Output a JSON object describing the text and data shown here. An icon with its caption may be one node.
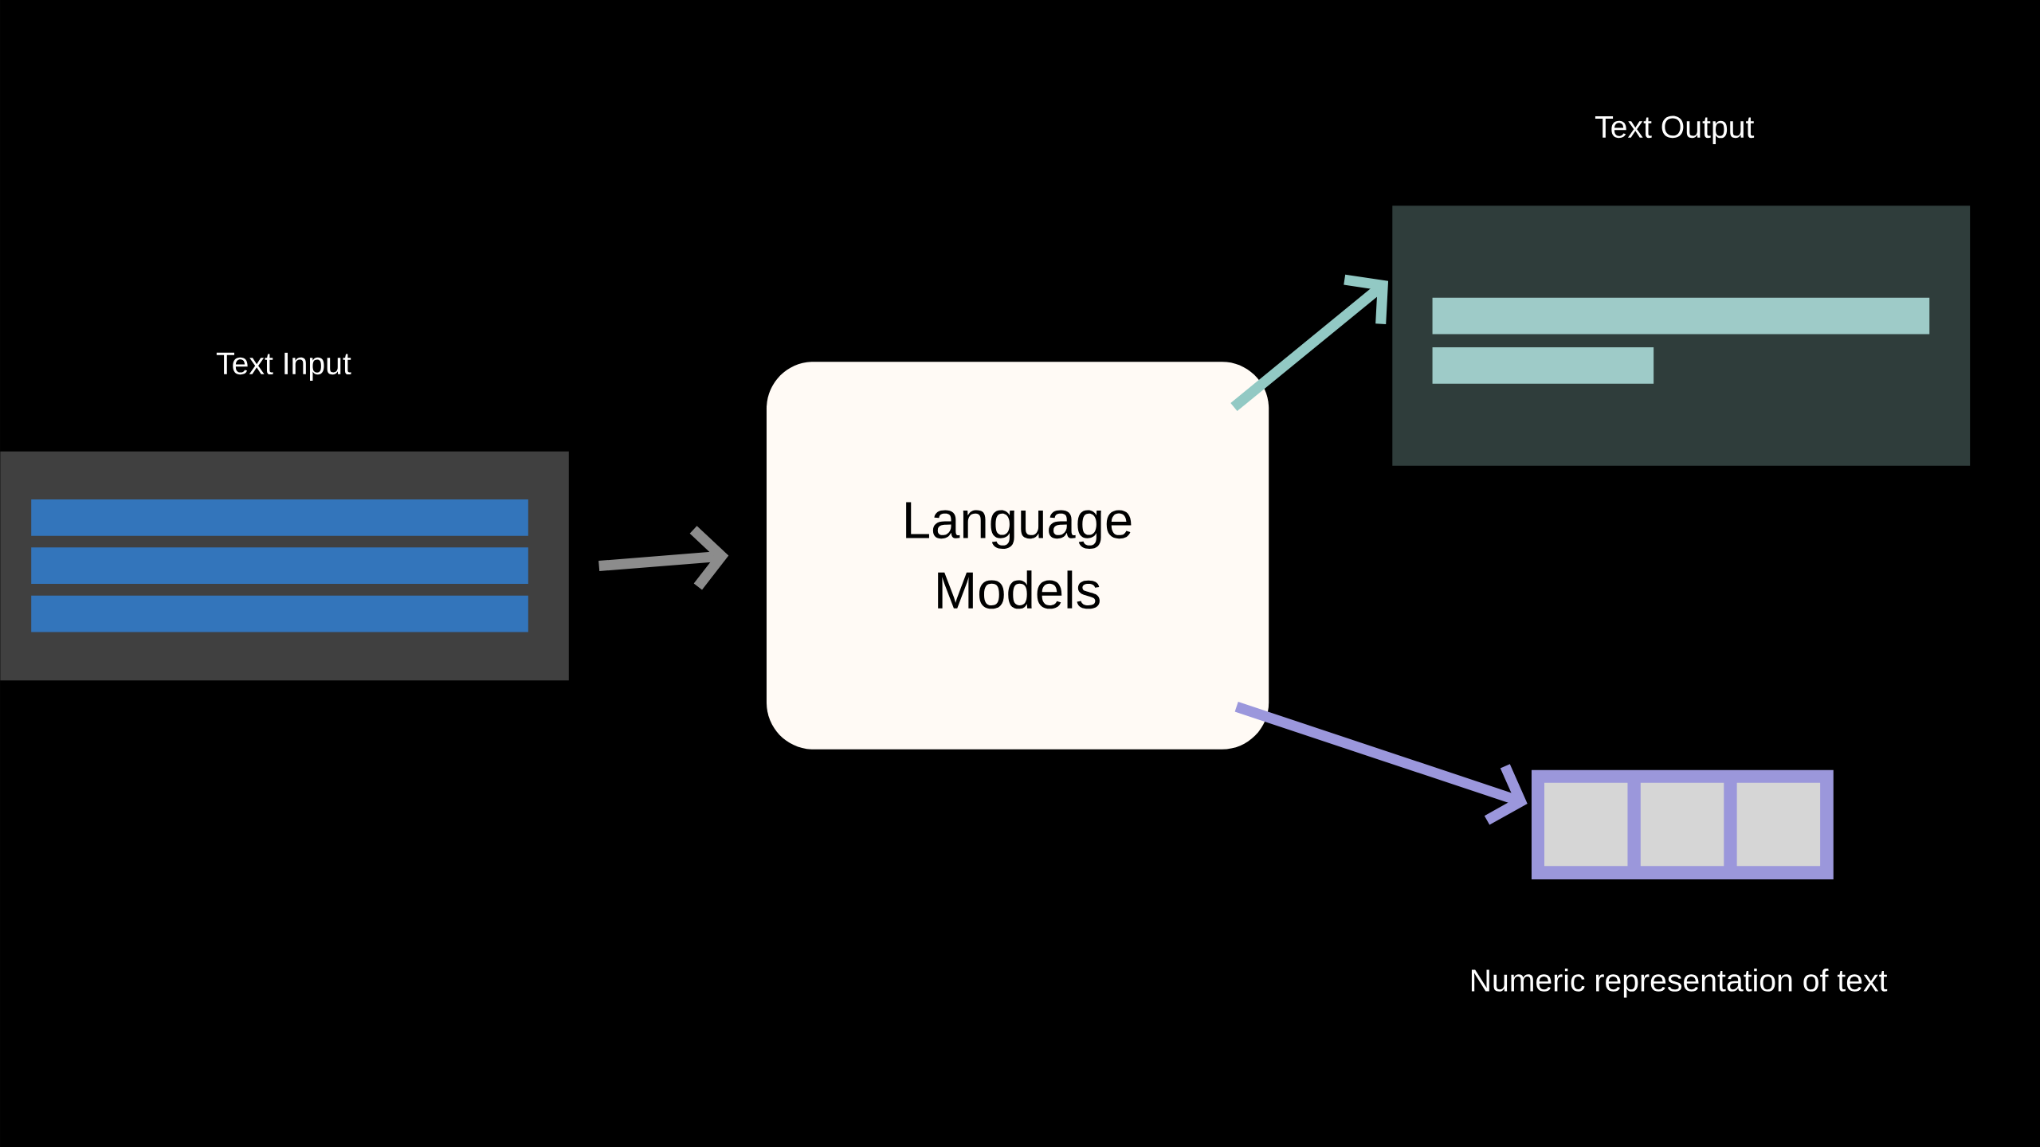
{
  "diagram": {
    "nodes": [
      {
        "text": [
          "Text Input"
        ]
      },
      {
        "text": [
          "Language Models"
        ]
      },
      {
        "text": [
          "Text Output"
        ]
      },
      {
        "text": [
          "Numeric representation of text"
        ]
      }
    ],
    "edges": [
      {
        "from": 0,
        "to": 1,
        "arrow": "to",
        "color": "#8c8c8c"
      },
      {
        "from": 1,
        "to": 2,
        "arrow": "to",
        "color": "#92c9c4"
      },
      {
        "from": 1,
        "to": 3,
        "arrow": "to",
        "color": "#9b97dc"
      }
    ]
  }
}
